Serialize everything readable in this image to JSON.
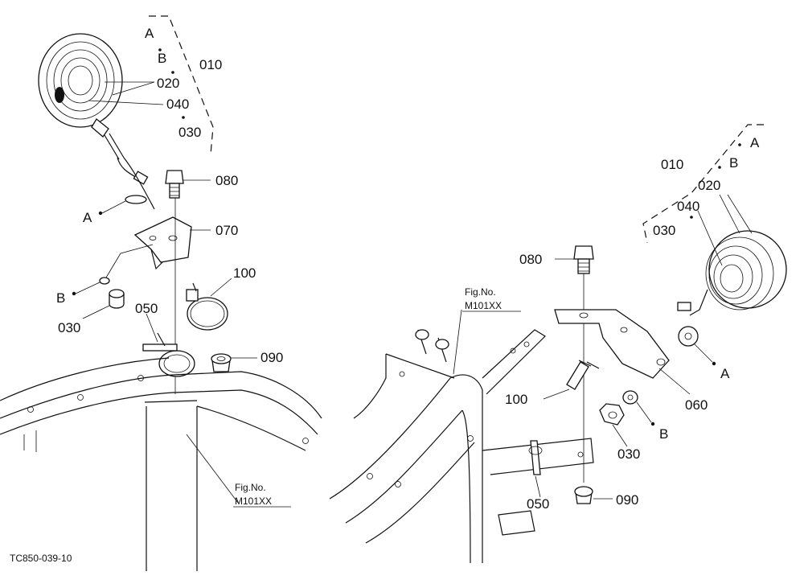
{
  "left": {
    "refs": {
      "a": "A",
      "b": "B"
    },
    "parts": {
      "p010": "010",
      "p020": "020",
      "p040": "040",
      "p030": "030",
      "p080": "080",
      "p070": "070",
      "p100": "100",
      "p050": "050",
      "p090": "090"
    },
    "fig_ref": {
      "line1": "Fig.No.",
      "line2": "M101XX"
    }
  },
  "right": {
    "refs": {
      "a": "A",
      "b": "B"
    },
    "parts": {
      "p010": "010",
      "p020": "020",
      "p040": "040",
      "p030": "030",
      "p080": "080",
      "p060": "060",
      "p100": "100",
      "p050": "050",
      "p090": "090"
    },
    "fig_ref": {
      "line1": "Fig.No.",
      "line2": "M101XX"
    }
  },
  "figure_code": "TC850-039-10"
}
